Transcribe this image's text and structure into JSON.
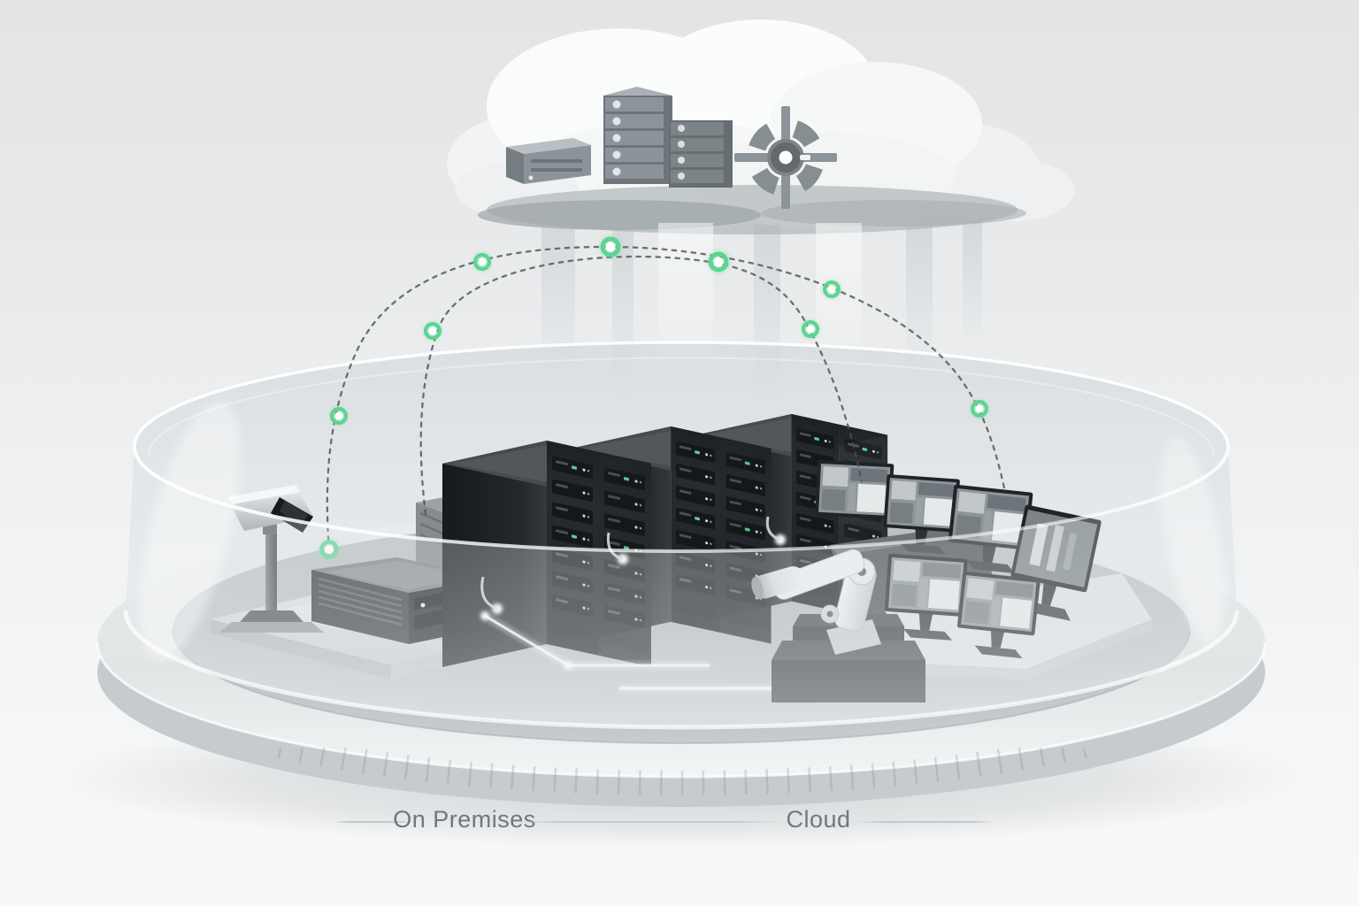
{
  "labels": {
    "on_premises": "On Premises",
    "cloud": "Cloud"
  },
  "connections": {
    "style": "dashed-arc",
    "arc_count": 2,
    "node_count": 9,
    "node_color": "#5cd492",
    "node_core_color": "#ffffff",
    "dash_color": "#49524d"
  },
  "scene": {
    "cloud_elements": [
      "cloud-puff",
      "server-stack-tall",
      "server-stack-short",
      "storage-unit",
      "gear"
    ],
    "dome_elements": [
      "security-camera",
      "edge-device",
      "server-rack-row-front",
      "server-rack-row-middle",
      "server-rack-row-back",
      "robot-arm",
      "monitor-wall",
      "control-console"
    ],
    "structure": [
      "glass-dome",
      "circular-platform",
      "equipment-platform"
    ]
  },
  "palette": {
    "background_top": "#e2e4e6",
    "background_bottom": "#f7f8f8",
    "label_text": "#6e7880",
    "accent_green": "#5cd492",
    "equipment_dark": "#26292d",
    "platform_gray": "#c6cbce",
    "glass_tint": "#dde3e6",
    "cloud_shadow": "#a8aeb2"
  }
}
